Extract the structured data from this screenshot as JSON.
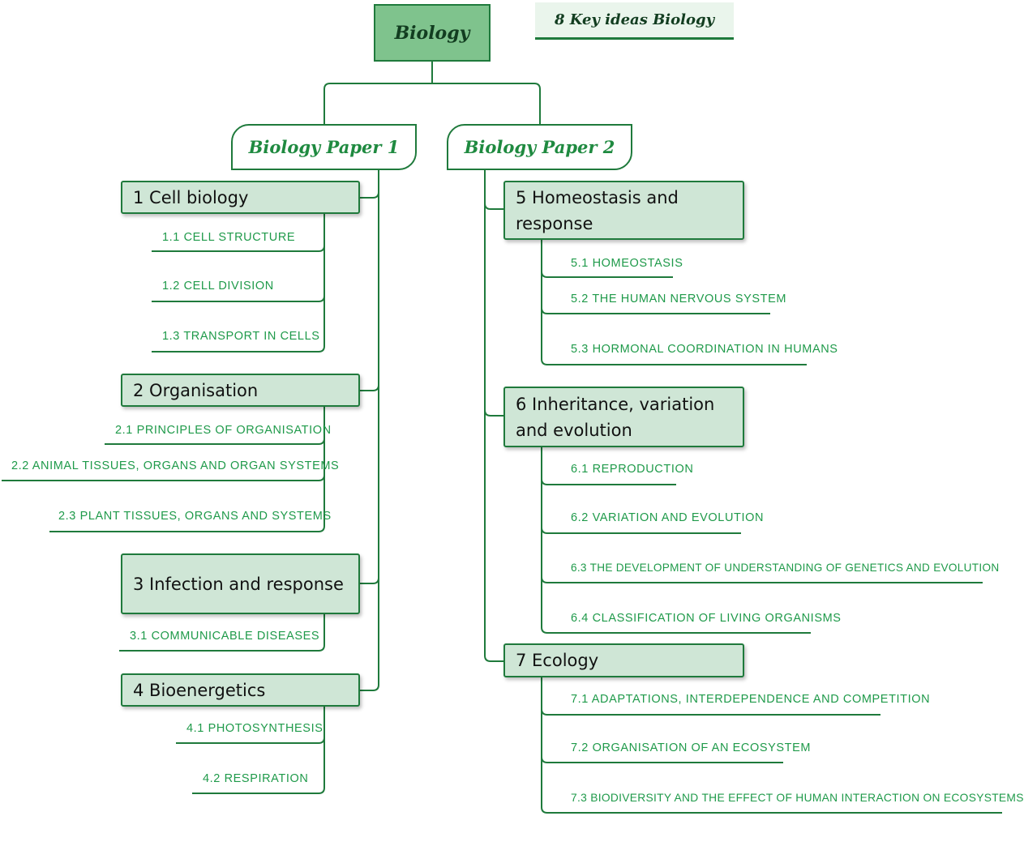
{
  "root": {
    "label": "Biology"
  },
  "key_ideas": {
    "label": "8 Key ideas Biology"
  },
  "papers": [
    {
      "label": "Biology Paper 1"
    },
    {
      "label": "Biology Paper 2"
    }
  ],
  "topics": [
    {
      "label": "1 Cell biology",
      "subtopics": [
        "1.1 Cell structure",
        "1.2 Cell division",
        "1.3 Transport in cells"
      ]
    },
    {
      "label": "2 Organisation",
      "subtopics": [
        "2.1 Principles of organisation",
        "2.2 Animal tissues, organs and organ systems",
        "2.3 Plant tissues, organs and systems"
      ]
    },
    {
      "label": "3 Infection and response",
      "subtopics": [
        "3.1 Communicable diseases"
      ]
    },
    {
      "label": "4 Bioenergetics",
      "subtopics": [
        "4.1 Photosynthesis",
        "4.2 Respiration"
      ]
    },
    {
      "label": "5 Homeostasis and response",
      "subtopics": [
        "5.1 Homeostasis",
        "5.2 The human nervous system",
        "5.3 Hormonal coordination in humans"
      ]
    },
    {
      "label": "6 Inheritance, variation and evolution",
      "subtopics": [
        "6.1 Reproduction",
        "6.2 Variation and evolution",
        "6.3 The development of understanding of genetics and evolution",
        "6.4 Classification of living organisms"
      ]
    },
    {
      "label": "7 Ecology",
      "subtopics": [
        "7.1 Adaptations, interdependence and competition",
        "7.2 Organisation of an ecosystem",
        "7.3 Biodiversity and the effect of human interaction on ecosystems"
      ]
    }
  ],
  "colors": {
    "line": "#1f7a3c",
    "root_fill": "#7fc38d",
    "topic_fill": "#cfe6d6",
    "subtopic_text": "#1f9a4a"
  }
}
